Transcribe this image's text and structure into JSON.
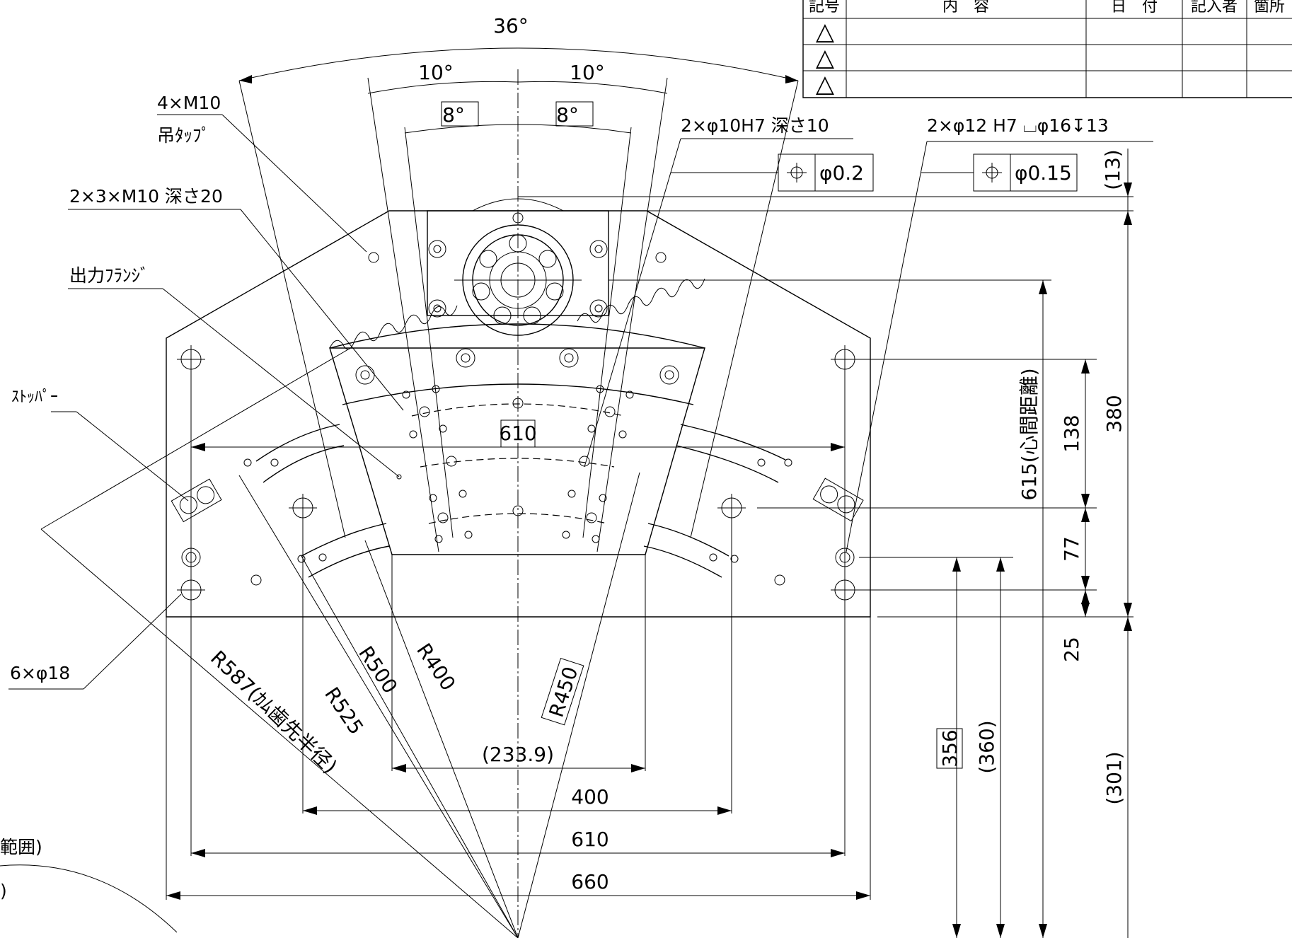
{
  "revision_table": {
    "headers": [
      "記号",
      "内　容",
      "日　付",
      "記入者",
      "箇所"
    ],
    "rows": [
      {
        "mark": "△",
        "content": "",
        "date": "",
        "author": "",
        "location": ""
      },
      {
        "mark": "△",
        "content": "",
        "date": "",
        "author": "",
        "location": ""
      },
      {
        "mark": "△",
        "content": "",
        "date": "",
        "author": "",
        "location": ""
      }
    ]
  },
  "angles": {
    "total": "36°",
    "left_10": "10°",
    "right_10": "10°",
    "left_8": "8°",
    "right_8": "8°"
  },
  "callouts": {
    "lift_tap_line1": "4×M10",
    "lift_tap_line2": "吊ﾀｯﾌﾟ",
    "tapped_holes": "2×3×M10 深さ20",
    "output_flange": "出力ﾌﾗﾝｼﾞ",
    "stopper": "ｽﾄｯﾊﾟｰ",
    "through_holes": "6×φ18",
    "dowel_h10": "2×φ10H7 深さ10",
    "dowel_h12": "2×φ12 H7 ⌴φ16↧13",
    "pos_tol_1_value": "φ0.2",
    "pos_tol_2_value": "φ0.15",
    "range_fragment": "範囲)",
    "edge_fragment": ")"
  },
  "dimensions": {
    "v_13": "(13)",
    "v_615": "615(心間距離)",
    "v_380": "380",
    "v_138": "138",
    "v_77": "77",
    "v_25": "25",
    "v_356": "356",
    "v_360": "(360)",
    "v_301": "(301)",
    "h_610_box": "610",
    "h_233_9": "(233.9)",
    "h_400": "400",
    "h_610": "610",
    "h_660": "660",
    "r_400": "R400",
    "r_450": "R450",
    "r_500": "R500",
    "r_525": "R525",
    "r_587": "R587(ｶﾑ歯先半径)"
  }
}
